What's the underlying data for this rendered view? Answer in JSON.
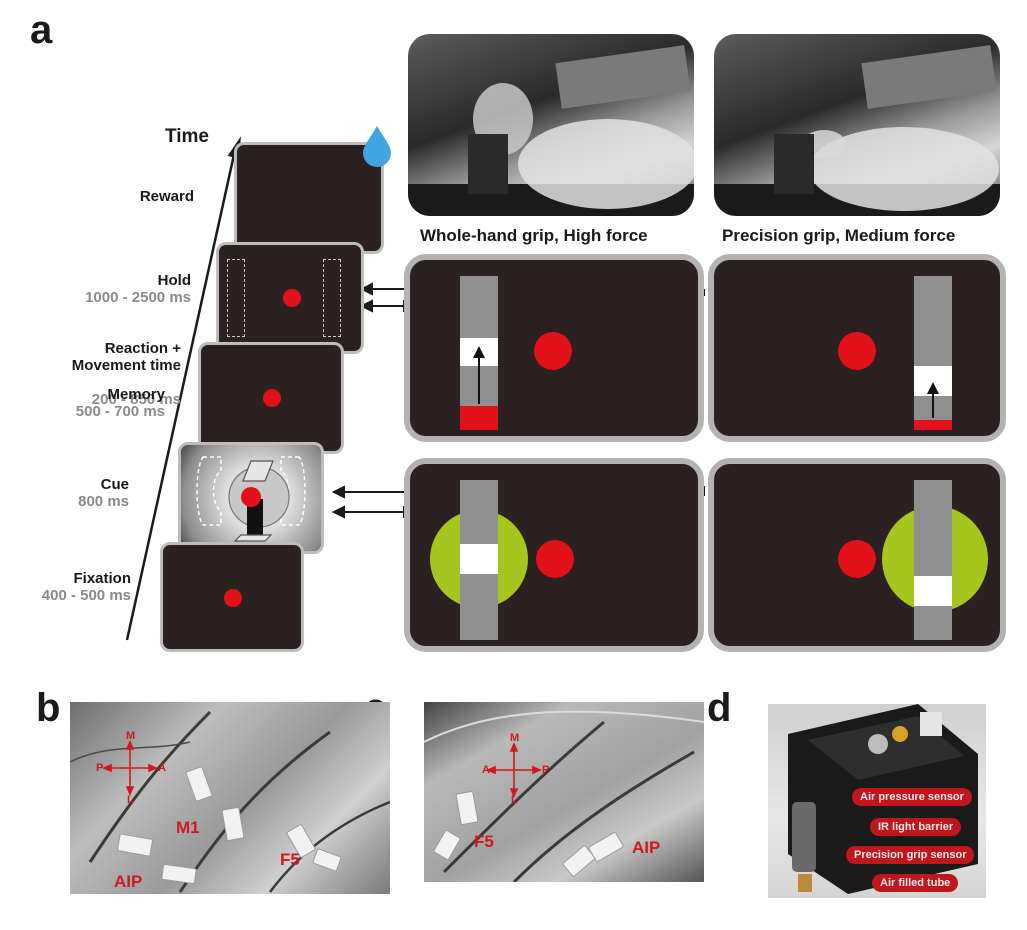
{
  "panel_labels": {
    "a": "a",
    "b": "b",
    "c": "c",
    "d": "d"
  },
  "timeline": {
    "axis_label": "Time",
    "stages": [
      {
        "name": "Reward",
        "time": ""
      },
      {
        "name": "Hold",
        "time": "1000 - 2500 ms"
      },
      {
        "name": "Reaction +\nMovement time",
        "time": "200 - 850 ms"
      },
      {
        "name": "Memory",
        "time": "500 - 700 ms"
      },
      {
        "name": "Cue",
        "time": "800 ms"
      },
      {
        "name": "Fixation",
        "time": "400 - 500 ms"
      }
    ]
  },
  "conditions": [
    {
      "caption": "Whole-hand grip, High force"
    },
    {
      "caption": "Precision grip, Medium force"
    }
  ],
  "panel_b": {
    "areas": [
      "M1",
      "F5",
      "AIP"
    ],
    "directions": {
      "top": "M",
      "bottom": "L",
      "left": "P",
      "right": "A"
    }
  },
  "panel_c": {
    "areas": [
      "F5",
      "AIP"
    ],
    "directions": {
      "top": "M",
      "bottom": "L",
      "left": "A",
      "right": "P"
    }
  },
  "panel_d": {
    "labels": [
      "Air pressure sensor",
      "IR light barrier",
      "Precision grip sensor",
      "Air filled tube"
    ]
  },
  "colors": {
    "screen": "#2b2120",
    "frame": "#b3b3b3",
    "target": "#e3121a",
    "cue_green": "#a6c51f",
    "bar_gray": "#8f8f8f",
    "label_red": "#d01820",
    "water_drop": "#3fa6e0"
  }
}
